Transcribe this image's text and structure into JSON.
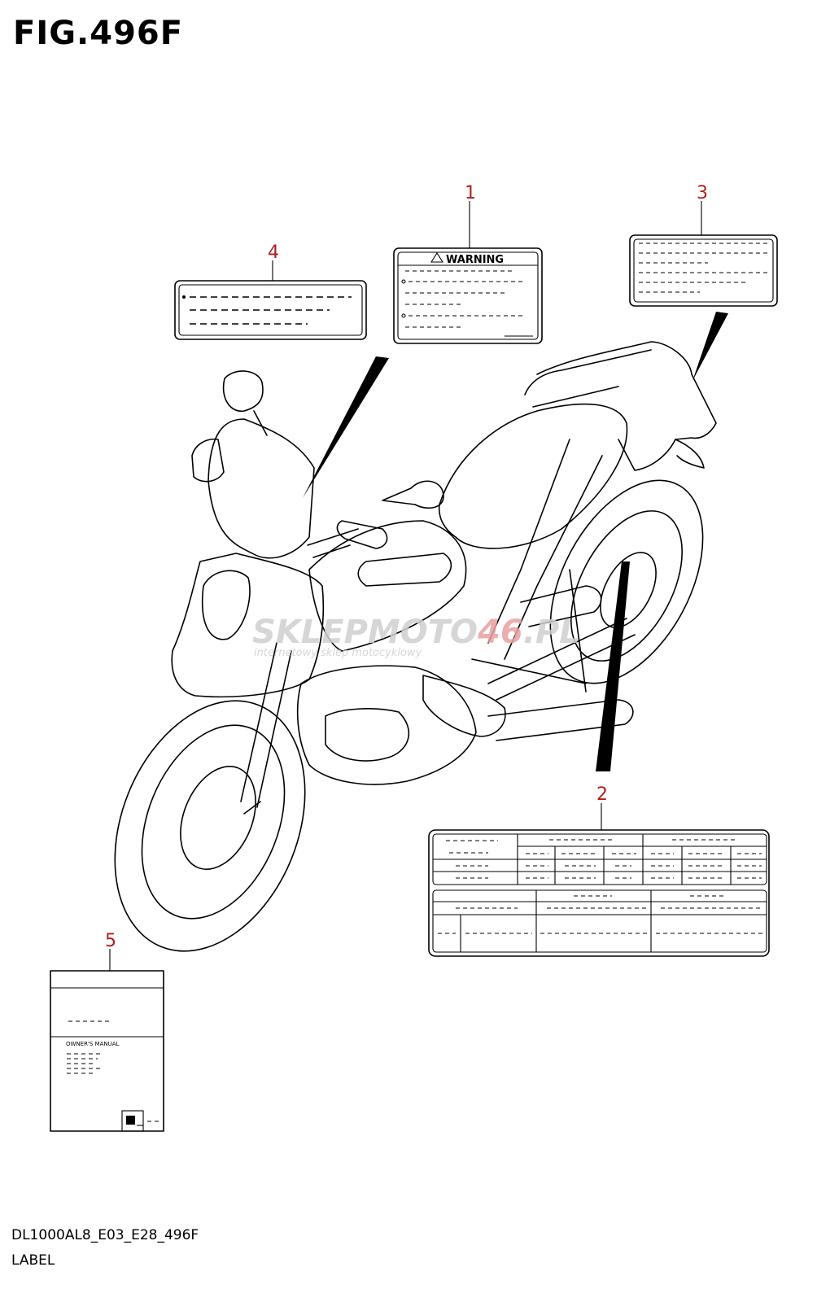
{
  "figure": {
    "title": "FIG.496F",
    "code": "DL1000AL8_E03_E28_496F",
    "name": "LABEL"
  },
  "callouts": [
    {
      "number": "1",
      "description": "warning label"
    },
    {
      "number": "2",
      "description": "information label table"
    },
    {
      "number": "3",
      "description": "label"
    },
    {
      "number": "4",
      "description": "label"
    },
    {
      "number": "5",
      "description": "owner's manual"
    }
  ],
  "labels": {
    "warning_text": "WARNING",
    "manual_text": "OWNER'S MANUAL"
  },
  "watermark": {
    "brand_left": "SKLEPMOTO",
    "brand_number": "46",
    "brand_right": ".PL",
    "tagline": "internetowy sklep motocyklowy"
  },
  "colors": {
    "callout": "#b01e1e",
    "line": "#000000",
    "watermark_gray": "#cfcfcf",
    "watermark_red": "#e8a0a0"
  }
}
